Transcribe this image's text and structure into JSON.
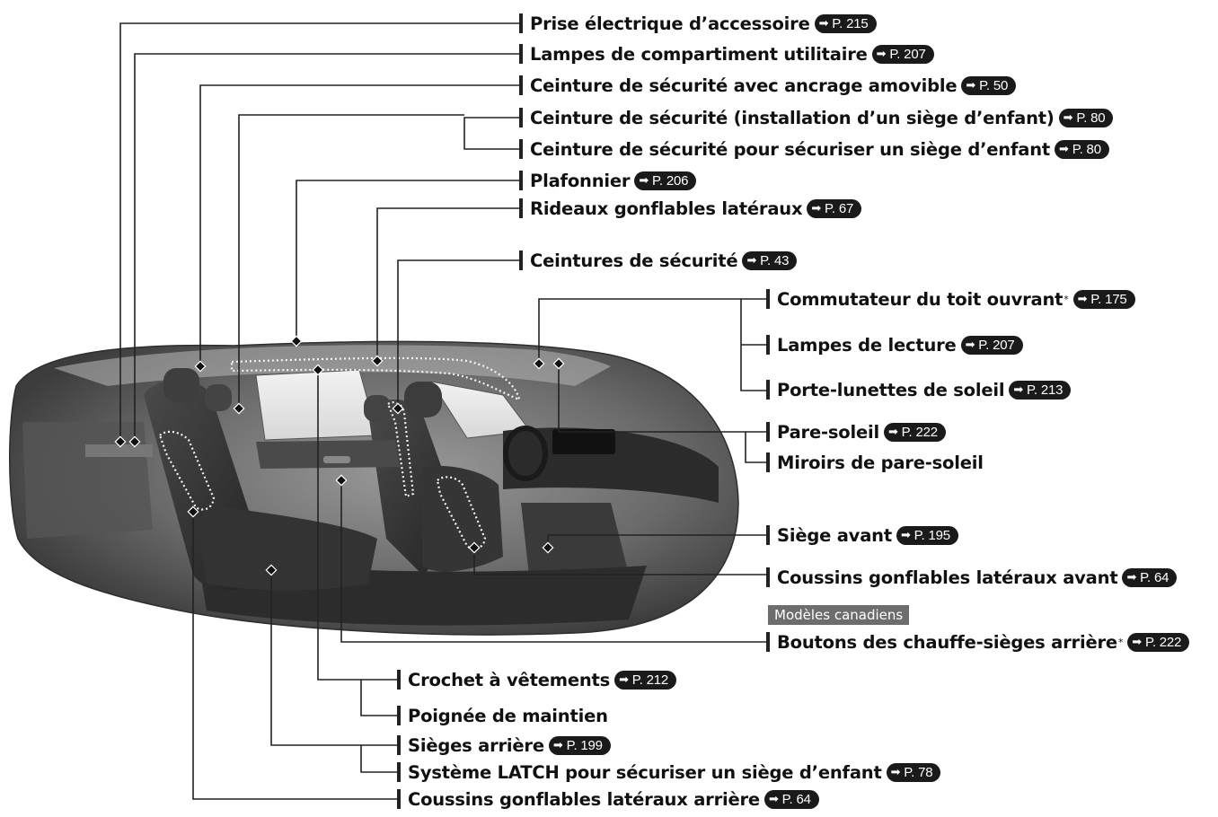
{
  "colors": {
    "leader": "#222222",
    "badge": "#1a1a1a",
    "note": "#6d6d6d"
  },
  "callouts": [
    {
      "label": "Prise électrique d’accessoire",
      "page": "P. 215"
    },
    {
      "label": "Lampes de compartiment utilitaire",
      "page": "P. 207"
    },
    {
      "label": "Ceinture de sécurité avec ancrage amovible",
      "page": "P. 50"
    },
    {
      "label": "Ceinture de sécurité (installation d’un siège d’enfant)",
      "page": "P. 80"
    },
    {
      "label": "Ceinture de sécurité pour sécuriser un siège d’enfant",
      "page": "P. 80"
    },
    {
      "label": "Plafonnier",
      "page": "P. 206"
    },
    {
      "label": "Rideaux gonflables latéraux",
      "page": "P. 67"
    },
    {
      "label": "Ceintures de sécurité",
      "page": "P. 43"
    },
    {
      "label": "Commutateur du toit ouvrant",
      "page": "P. 175"
    },
    {
      "label": "Lampes de lecture",
      "page": "P. 207"
    },
    {
      "label": "Porte-lunettes de soleil",
      "page": "P. 213"
    },
    {
      "label": "Pare-soleil",
      "page": "P. 222"
    },
    {
      "label": "Miroirs de pare-soleil",
      "page": ""
    },
    {
      "label": "Siège avant",
      "page": "P. 195"
    },
    {
      "label": "Coussins gonflables latéraux avant",
      "page": "P. 64"
    },
    {
      "label": "Boutons des chauffe-sièges arrière",
      "page": "P. 222"
    },
    {
      "label": "Crochet à vêtements",
      "page": "P. 212"
    },
    {
      "label": "Poignée de maintien",
      "page": ""
    },
    {
      "label": "Sièges arrière",
      "page": "P. 199"
    },
    {
      "label": "Système LATCH pour sécuriser un siège d’enfant",
      "page": "P. 78"
    },
    {
      "label": "Coussins gonflables latéraux arrière",
      "page": "P. 64"
    }
  ],
  "footnote_mark": "*",
  "note": "Modèles canadiens"
}
